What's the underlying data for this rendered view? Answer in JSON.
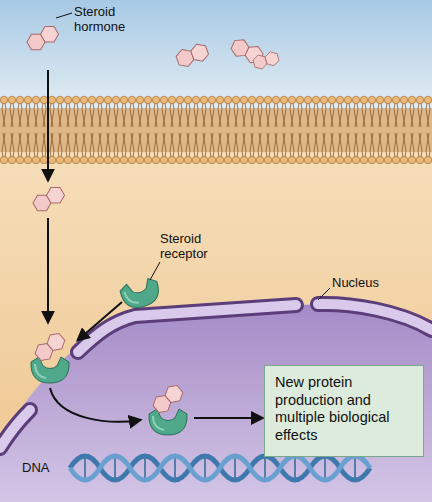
{
  "diagram": {
    "nodes": [
      {
        "text": [
          "New protein production and multiple biological effects"
        ]
      }
    ],
    "labels": [
      "Steroid hormone",
      "Steroid receptor",
      "Nucleus",
      "DNA"
    ]
  }
}
